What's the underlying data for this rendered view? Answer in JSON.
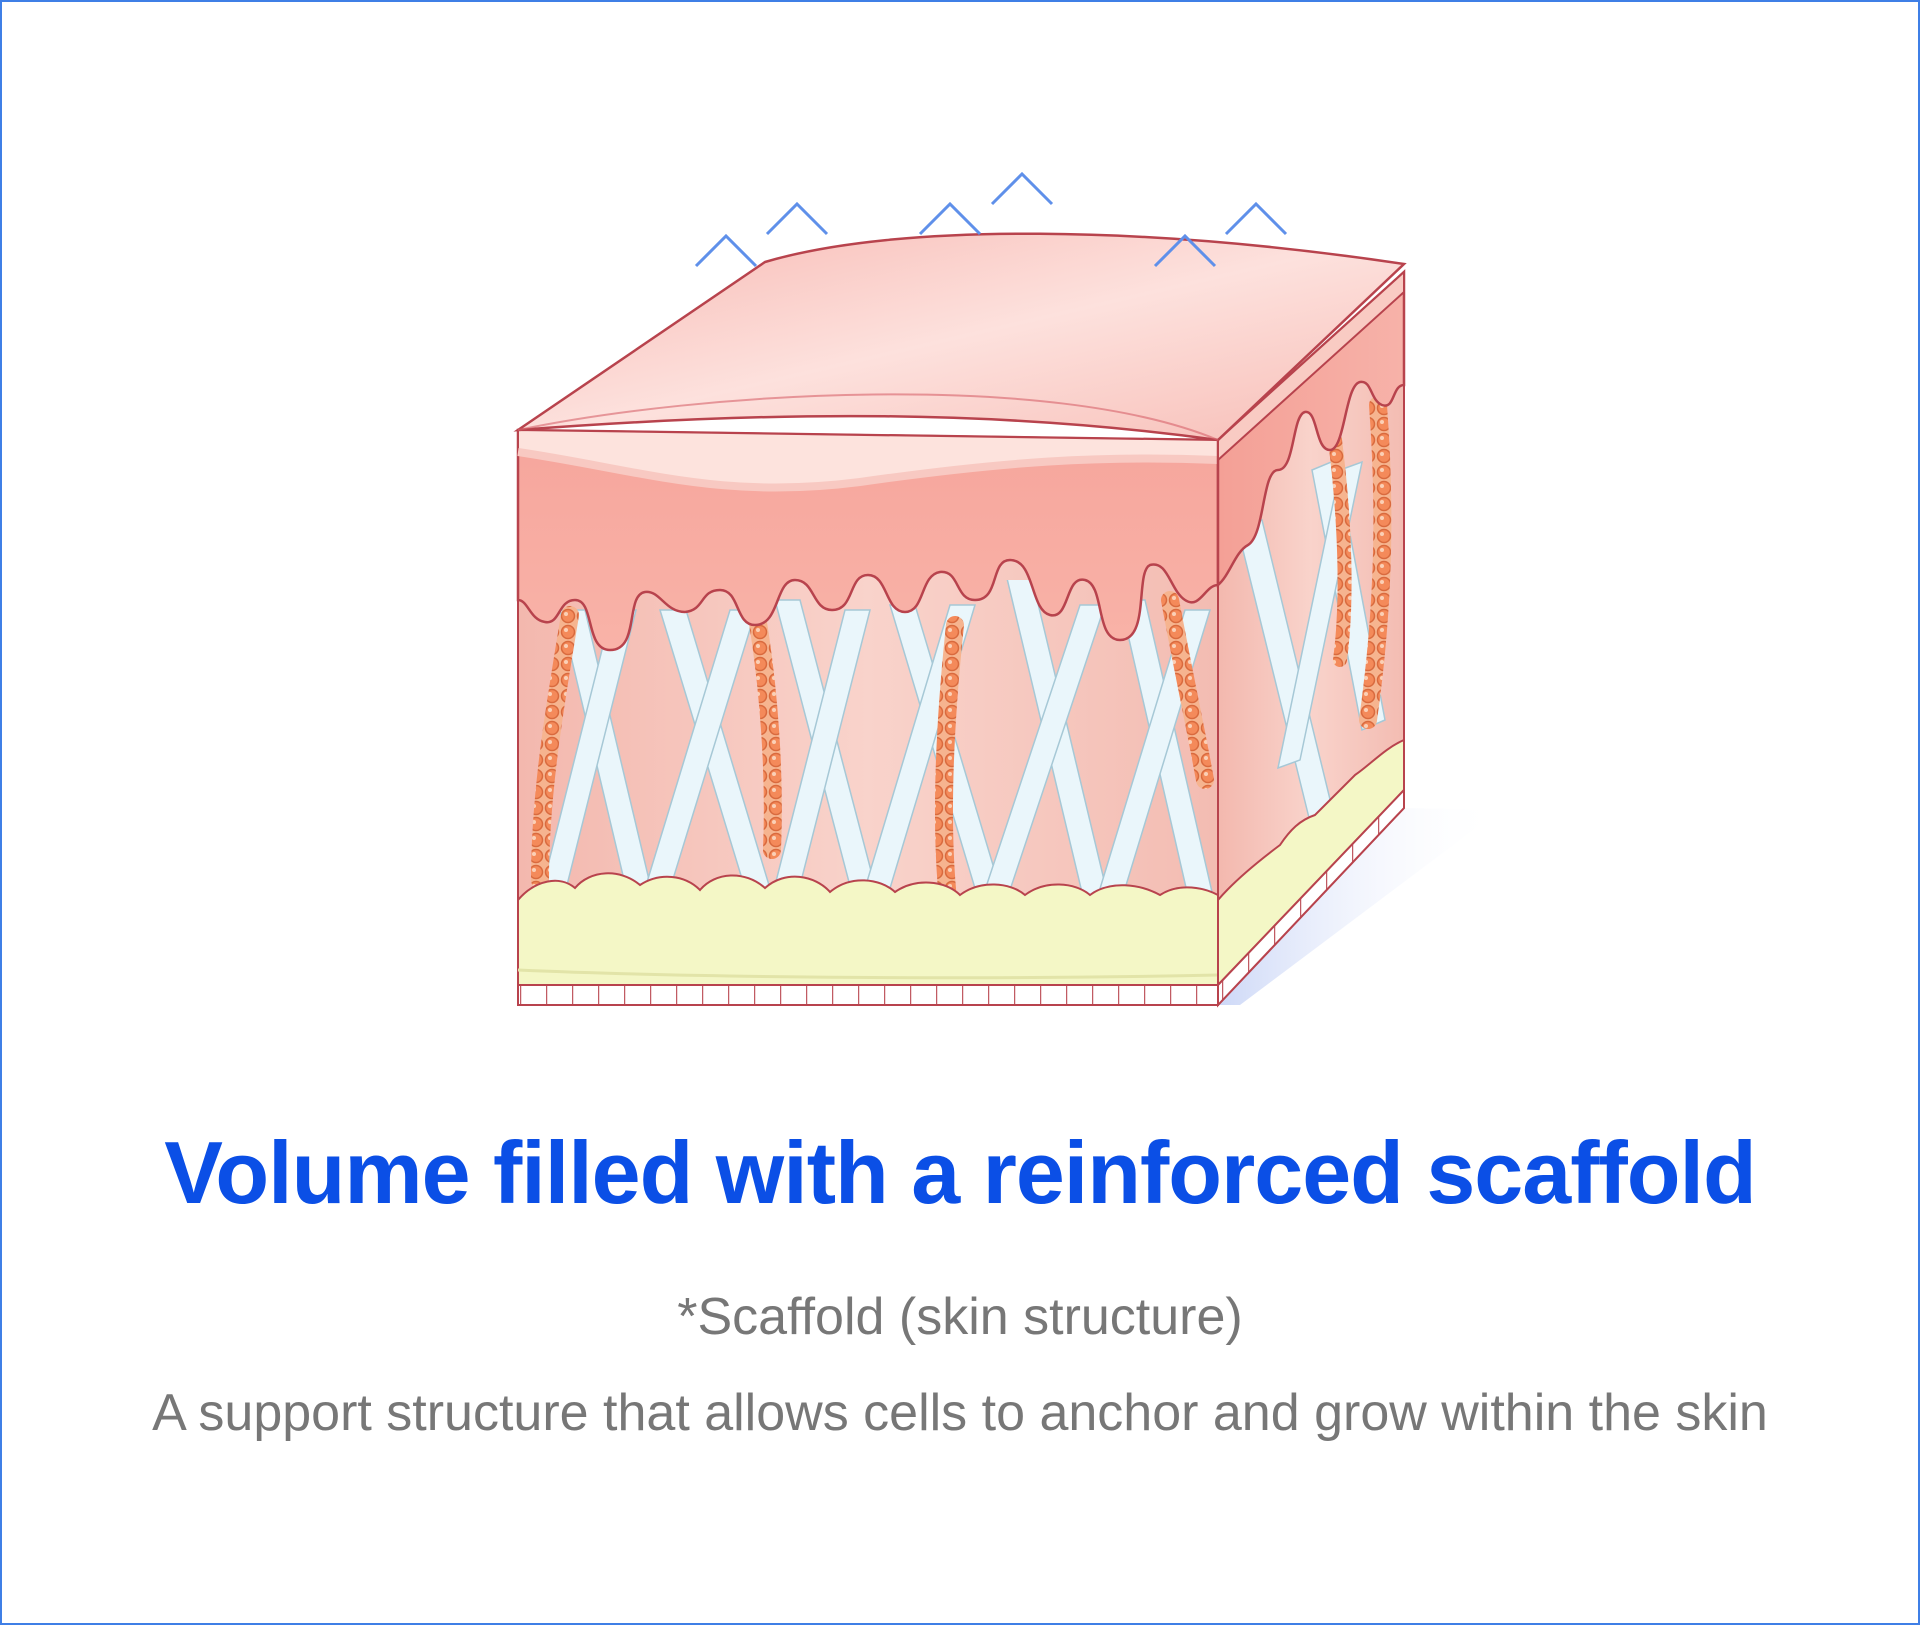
{
  "caption": {
    "title": "Volume filled with a reinforced scaffold",
    "subtitle": "*Scaffold (skin structure)",
    "description": "A support structure that allows cells to anchor and grow within the skin"
  },
  "colors": {
    "frame_border": "#3f7fe6",
    "title": "#0b4fe6",
    "caption_text": "#777777",
    "epidermis_top": "#f9c9c4",
    "epidermis_side": "#f4a79d",
    "dermis": "#f6c6bd",
    "outline": "#b8434d",
    "collagen_fiber": "#eaf6fb",
    "elastin_fiber": "#f08d5e",
    "fat_layer": "#f4f7c6",
    "lift_arrow": "#5f90ea"
  },
  "icons": {
    "lift_arrow": "up-arrow-icon"
  }
}
